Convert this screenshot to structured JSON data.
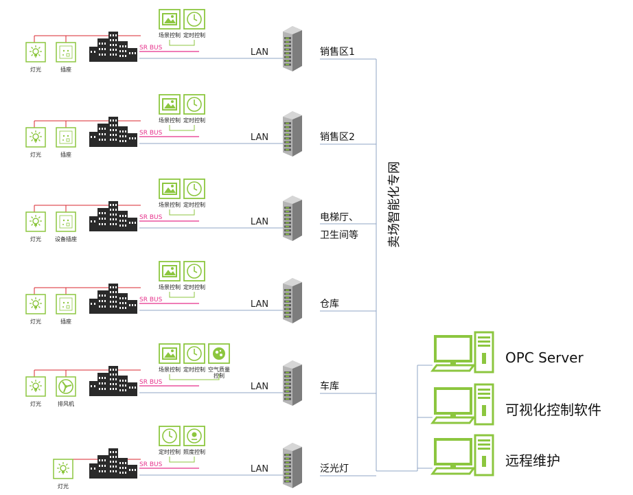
{
  "network_name": "卖场智能化专网",
  "bus_label": "SR BUS",
  "lan_label": "LAN",
  "colors": {
    "green": "#8cc63f",
    "bus": "#e52f8a",
    "lan": "#8fa4c6",
    "red": "#d8262e",
    "building": "#2a2a2a",
    "server": "#8a8a8a"
  },
  "zones": [
    {
      "label_lines": [
        "销售区1"
      ],
      "devices": [
        {
          "icon": "lamp-icon",
          "label": "灯光"
        },
        {
          "icon": "socket-icon",
          "label": "插座"
        }
      ],
      "panels": [
        {
          "icon": "picture-icon",
          "label": "场景控制"
        },
        {
          "icon": "clock-icon",
          "label": "定时控制"
        }
      ]
    },
    {
      "label_lines": [
        "销售区2"
      ],
      "devices": [
        {
          "icon": "lamp-icon",
          "label": "灯光"
        },
        {
          "icon": "socket-icon",
          "label": "插座"
        }
      ],
      "panels": [
        {
          "icon": "picture-icon",
          "label": "场景控制"
        },
        {
          "icon": "clock-icon",
          "label": "定时控制"
        }
      ]
    },
    {
      "label_lines": [
        "电梯厅、",
        "卫生间等"
      ],
      "devices": [
        {
          "icon": "lamp-icon",
          "label": "灯光"
        },
        {
          "icon": "socket-icon",
          "label": "设备插座"
        }
      ],
      "panels": [
        {
          "icon": "picture-icon",
          "label": "场景控制"
        },
        {
          "icon": "clock-icon",
          "label": "定时控制"
        }
      ]
    },
    {
      "label_lines": [
        "仓库"
      ],
      "devices": [
        {
          "icon": "lamp-icon",
          "label": "灯光"
        },
        {
          "icon": "socket-icon",
          "label": "插座"
        }
      ],
      "panels": [
        {
          "icon": "picture-icon",
          "label": "场景控制"
        },
        {
          "icon": "clock-icon",
          "label": "定时控制"
        }
      ]
    },
    {
      "label_lines": [
        "车库"
      ],
      "devices": [
        {
          "icon": "lamp-icon",
          "label": "灯光"
        },
        {
          "icon": "fan-icon",
          "label": "排风机"
        }
      ],
      "panels": [
        {
          "icon": "picture-icon",
          "label": "场景控制"
        },
        {
          "icon": "clock-icon",
          "label": "定时控制"
        },
        {
          "icon": "air-quality-icon",
          "label": "空气质量控制"
        }
      ]
    },
    {
      "label_lines": [
        "泛光灯"
      ],
      "devices": [
        {
          "icon": "lamp-icon",
          "label": "灯光"
        }
      ],
      "panels": [
        {
          "icon": "clock-icon",
          "label": "定时控制"
        },
        {
          "icon": "light-sensor-icon",
          "label": "照度控制"
        }
      ]
    }
  ],
  "computers": [
    {
      "label": "OPC Server"
    },
    {
      "label": "可视化控制软件"
    },
    {
      "label": "远程维护"
    }
  ]
}
